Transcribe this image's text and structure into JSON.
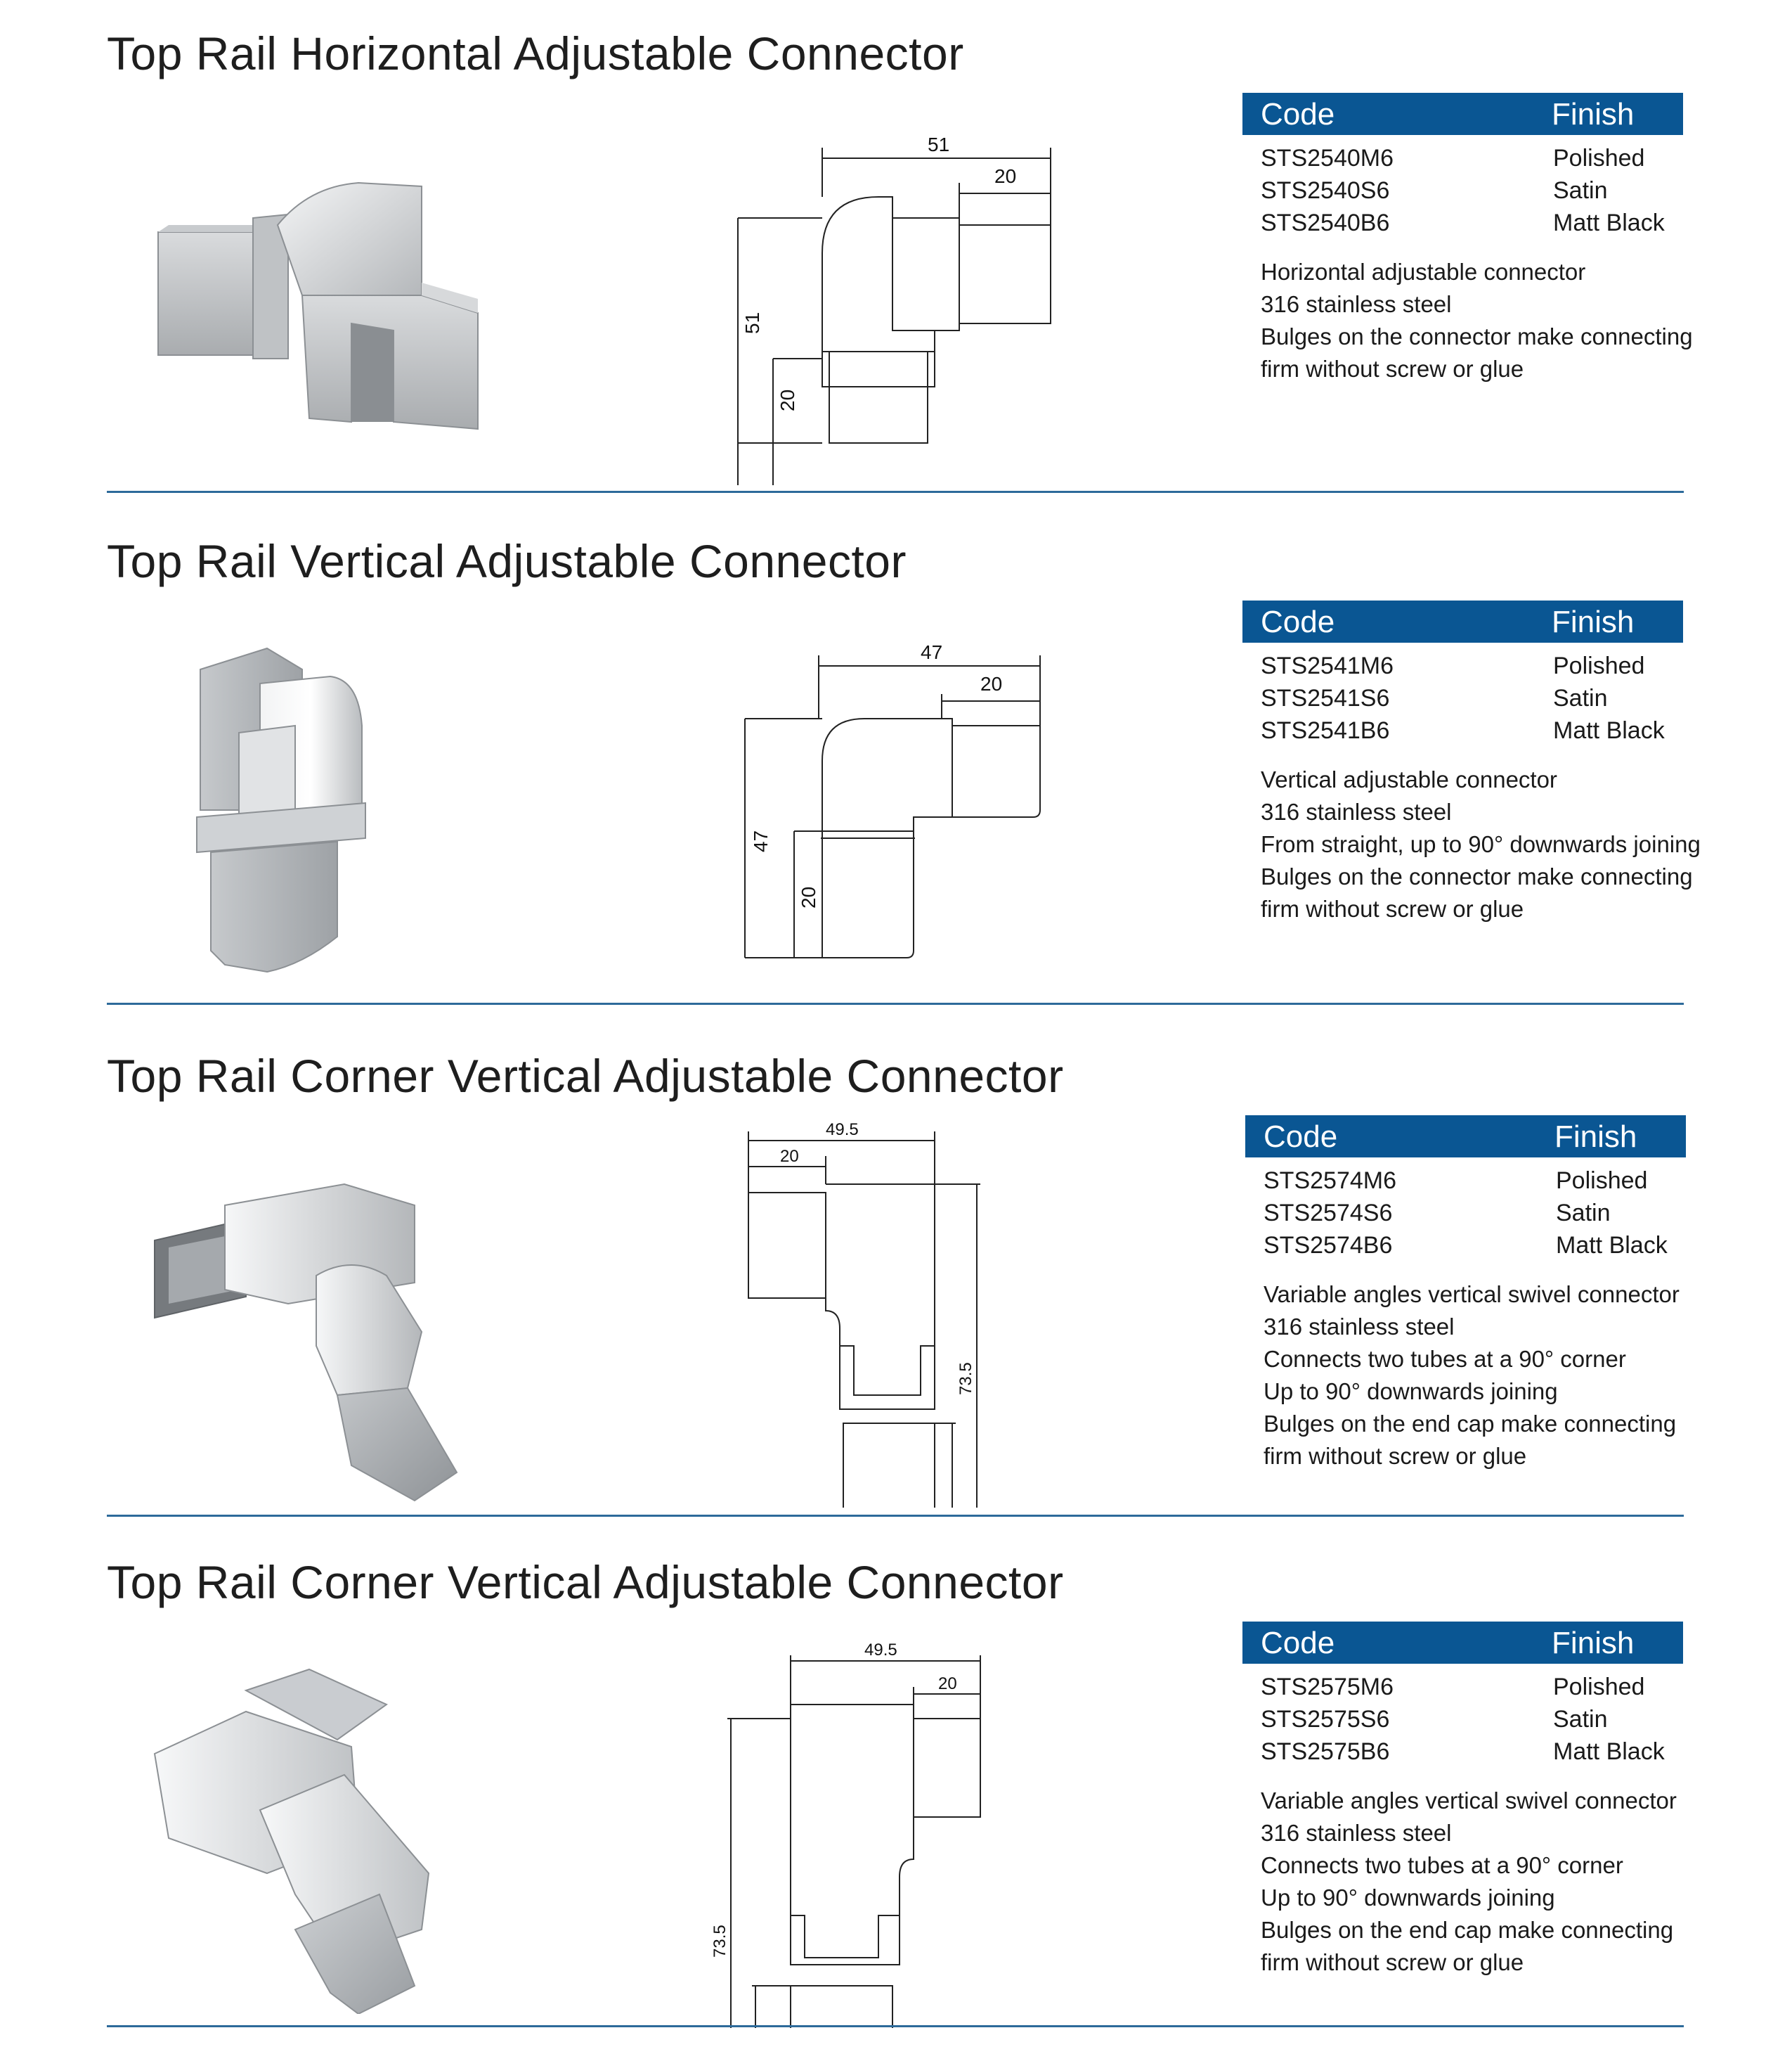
{
  "sections": [
    {
      "title": "Top Rail Horizontal Adjustable Connector",
      "table_headers": {
        "code": "Code",
        "finish": "Finish"
      },
      "rows": [
        {
          "code": "STS2540M6",
          "finish": "Polished"
        },
        {
          "code": "STS2540S6",
          "finish": "Satin"
        },
        {
          "code": "STS2540B6",
          "finish": "Matt Black"
        }
      ],
      "description": [
        "Horizontal adjustable connector",
        "316 stainless steel",
        "Bulges on the connector make connecting",
        "firm without screw or glue"
      ],
      "dims": {
        "width": "51",
        "tube": "20",
        "height": "51",
        "tube2": "20"
      }
    },
    {
      "title": "Top Rail Vertical Adjustable Connector",
      "table_headers": {
        "code": "Code",
        "finish": "Finish"
      },
      "rows": [
        {
          "code": "STS2541M6",
          "finish": "Polished"
        },
        {
          "code": "STS2541S6",
          "finish": "Satin"
        },
        {
          "code": "STS2541B6",
          "finish": "Matt Black"
        }
      ],
      "description": [
        "Vertical adjustable connector",
        "316 stainless steel",
        "From straight, up to 90° downwards joining",
        "Bulges on the connector make connecting",
        "firm without screw or glue"
      ],
      "dims": {
        "width": "47",
        "tube": "20",
        "height": "47",
        "tube2": "20"
      }
    },
    {
      "title": "Top Rail Corner Vertical Adjustable Connector",
      "table_headers": {
        "code": "Code",
        "finish": "Finish"
      },
      "rows": [
        {
          "code": "STS2574M6",
          "finish": "Polished"
        },
        {
          "code": "STS2574S6",
          "finish": "Satin"
        },
        {
          "code": "STS2574B6",
          "finish": "Matt Black"
        }
      ],
      "description": [
        "Variable angles vertical swivel connector",
        "316 stainless steel",
        "Connects two tubes at a 90° corner",
        "Up to 90° downwards joining",
        "Bulges on the end cap make connecting",
        "firm without screw or glue"
      ],
      "dims": {
        "width": "49.5",
        "tube": "20",
        "height": "73.5",
        "tube2": "20"
      }
    },
    {
      "title": "Top Rail Corner Vertical Adjustable Connector",
      "table_headers": {
        "code": "Code",
        "finish": "Finish"
      },
      "rows": [
        {
          "code": "STS2575M6",
          "finish": "Polished"
        },
        {
          "code": "STS2575S6",
          "finish": "Satin"
        },
        {
          "code": "STS2575B6",
          "finish": "Matt Black"
        }
      ],
      "description": [
        "Variable angles vertical swivel connector",
        "316 stainless steel",
        "Connects two tubes at a 90° corner",
        "Up to 90° downwards joining",
        "Bulges on the end cap make connecting",
        "firm without screw or glue"
      ],
      "dims": {
        "width": "49.5",
        "tube": "20",
        "height": "73.5",
        "tube2": "20"
      }
    }
  ],
  "colors": {
    "header_bg": "#0a5693",
    "divider": "#2d6a9a",
    "steel_light": "#e4e6e8",
    "steel_dark": "#9a9ea2"
  }
}
